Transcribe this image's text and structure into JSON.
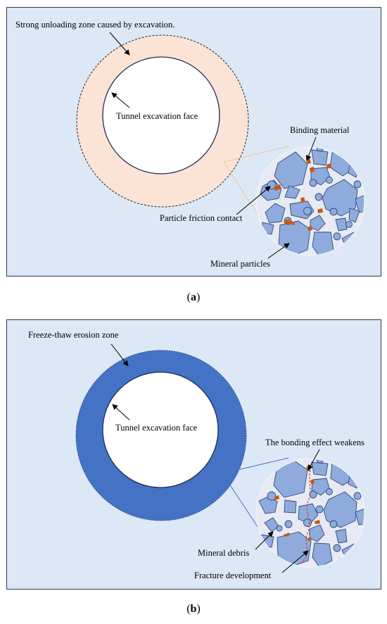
{
  "panel_a": {
    "zone_label": "Strong unloading zone caused by excavation.",
    "face_label": "Tunnel excavation face",
    "binding_label": "Binding material",
    "friction_label": "Particle friction contact",
    "mineral_label": "Mineral particles",
    "zone_color": "#fbe3d6",
    "caption_open": "(",
    "caption_letter": "a",
    "caption_close": ")"
  },
  "panel_b": {
    "zone_label": "Freeze-thaw erosion zone",
    "face_label": "Tunnel excavation face",
    "bonding_label": "The bonding effect weakens",
    "debris_label": "Mineral debris",
    "fracture_label": "Fracture development",
    "zone_color": "#4472c4",
    "caption_open": "(",
    "caption_letter": "b",
    "caption_close": ")"
  },
  "colors": {
    "background": "#dce8f5",
    "particle": "#8faadc",
    "binder": "#c55a11",
    "crack": "#e03030"
  }
}
